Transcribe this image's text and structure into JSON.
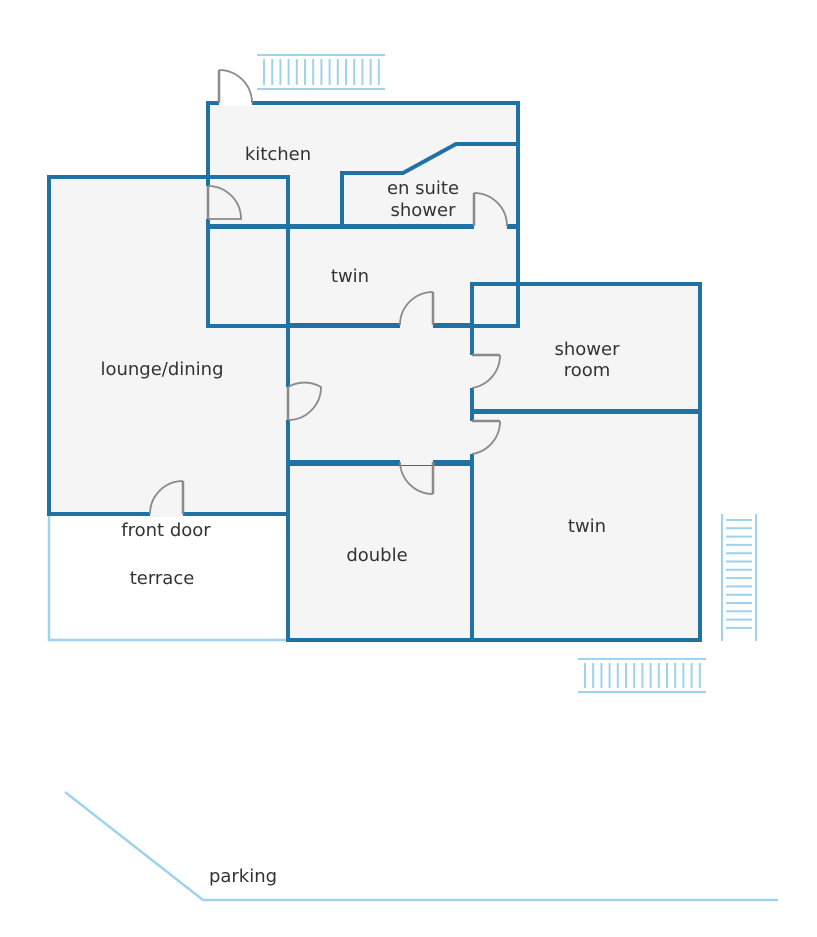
{
  "floorplan": {
    "rooms": {
      "kitchen": "kitchen",
      "en_suite_line1": "en suite",
      "en_suite_line2": "shower",
      "twin_upper": "twin",
      "lounge_dining": "lounge/dining",
      "shower_room_line1": "shower",
      "shower_room_line2": "room",
      "twin_lower": "twin",
      "double": "double"
    },
    "labels": {
      "front_door": "front door",
      "terrace": "terrace",
      "parking": "parking"
    },
    "colors": {
      "wall": "#1f72a3",
      "outdoor_line": "#9fd2ec",
      "room_fill": "#f5f5f5",
      "door": "#8a8a8a"
    }
  }
}
